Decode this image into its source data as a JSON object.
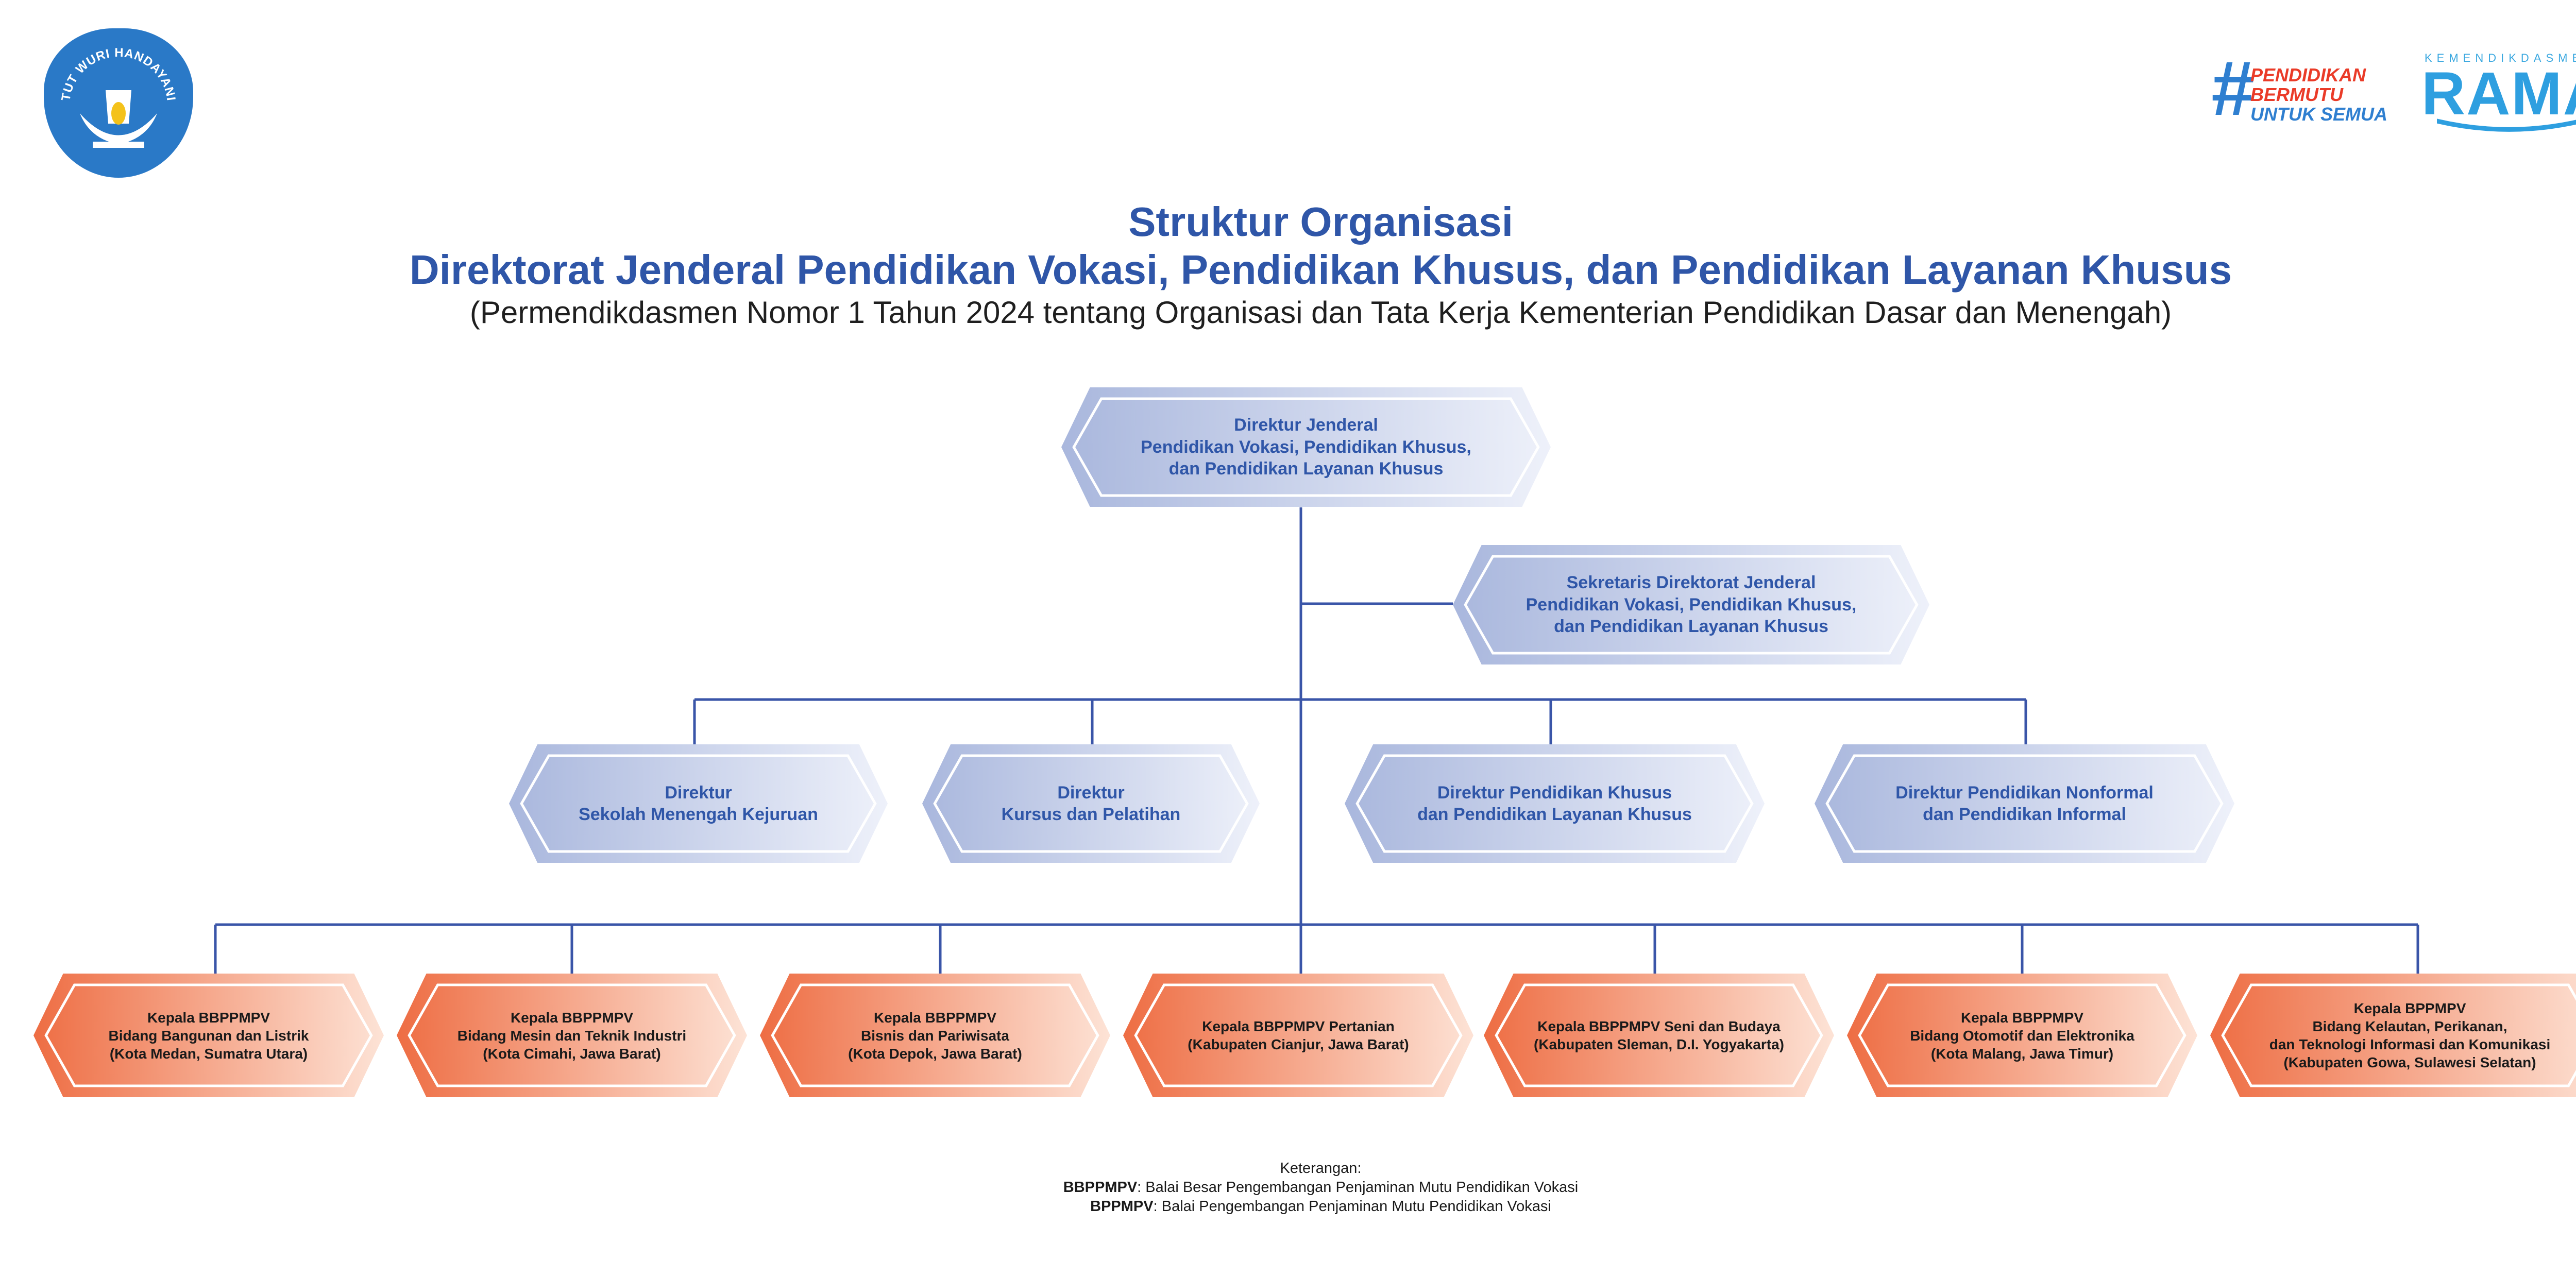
{
  "branding": {
    "logo_text": "TUT WURI HANDAYANI",
    "tagline_hash": "#",
    "tagline_lines": [
      "PENDIDIKAN",
      "BERMUTU",
      "UNTUK SEMUA"
    ],
    "ramah_small": "KEMENDIKDASMEN",
    "ramah_big": "RAMAH"
  },
  "header": {
    "title_line1": "Struktur Organisasi",
    "title_line2": "Direktorat Jenderal Pendidikan Vokasi, Pendidikan Khusus, dan Pendidikan Layanan Khusus",
    "subtitle": "(Permendikdasmen Nomor 1 Tahun 2024 tentang Organisasi dan Tata Kerja Kementerian Pendidikan Dasar dan Menengah)"
  },
  "org": {
    "dirjen": [
      "Direktur Jenderal",
      "Pendidikan Vokasi, Pendidikan Khusus,",
      "dan Pendidikan Layanan Khusus"
    ],
    "sekretaris": [
      "Sekretaris Direktorat Jenderal",
      "Pendidikan Vokasi, Pendidikan Khusus,",
      "dan Pendidikan Layanan Khusus"
    ],
    "directors": [
      [
        "Direktur",
        "Sekolah Menengah Kejuruan"
      ],
      [
        "Direktur",
        "Kursus dan Pelatihan"
      ],
      [
        "Direktur Pendidikan Khusus",
        "dan Pendidikan Layanan Khusus"
      ],
      [
        "Direktur Pendidikan Nonformal",
        "dan Pendidikan Informal"
      ]
    ],
    "units": [
      [
        "Kepala BBPPMPV",
        "Bidang Bangunan dan Listrik",
        "(Kota Medan, Sumatra Utara)"
      ],
      [
        "Kepala BBPPMPV",
        "Bidang Mesin dan Teknik Industri",
        "(Kota Cimahi, Jawa Barat)"
      ],
      [
        "Kepala BBPPMPV",
        "Bisnis dan Pariwisata",
        "(Kota Depok, Jawa Barat)"
      ],
      [
        "Kepala BBPPMPV Pertanian",
        "(Kabupaten Cianjur, Jawa Barat)"
      ],
      [
        "Kepala BBPPMPV Seni dan Budaya",
        "(Kabupaten Sleman, D.I. Yogyakarta)"
      ],
      [
        "Kepala BBPPMPV",
        "Bidang Otomotif dan Elektronika",
        "(Kota Malang, Jawa Timur)"
      ],
      [
        "Kepala BPPMPV",
        "Bidang Kelautan, Perikanan,",
        "dan Teknologi Informasi dan Komunikasi",
        "(Kabupaten Gowa, Sulawesi Selatan)"
      ]
    ]
  },
  "legend": {
    "heading": "Keterangan:",
    "items": [
      {
        "abbr": "BBPPMPV",
        "text": ": Balai Besar Pengembangan Penjaminan Mutu Pendidikan Vokasi"
      },
      {
        "abbr": "BPPMPV",
        "text": ": Balai Pengembangan Penjaminan Mutu Pendidikan Vokasi"
      }
    ]
  },
  "colors": {
    "title": "#2f56a8",
    "line": "#3a55a8",
    "blue_fill_dark": "#a9b7dd",
    "blue_fill_light": "#eef1fa",
    "orange_fill_dark": "#ee6d43",
    "orange_fill_light": "#fde3d6"
  }
}
